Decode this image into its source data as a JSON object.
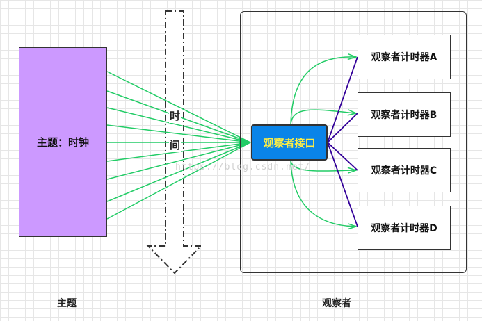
{
  "subject": {
    "label": "主题：时钟",
    "caption": "主题"
  },
  "time_axis": {
    "chars": [
      "时",
      "间"
    ]
  },
  "observers": {
    "caption": "观察者",
    "interface_label": "观察者接口",
    "timers": [
      "观察者计时器A",
      "观察者计时器B",
      "观察者计时器C",
      "观察者计时器D"
    ]
  },
  "watermark": "https://blog.csdn.net/",
  "colors": {
    "subject_fill": "#cc99ff",
    "interface_fill": "#0a84e8",
    "interface_text": "#ffee44",
    "green_arrow": "#22cc66",
    "purple_line": "#330099"
  }
}
